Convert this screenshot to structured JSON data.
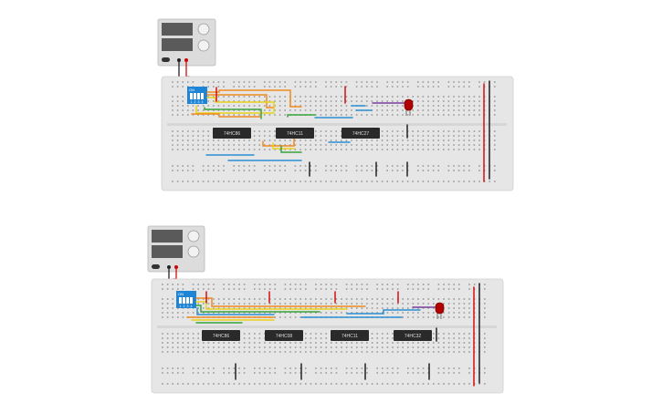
{
  "circuits": [
    {
      "id": "top",
      "chips": [
        "74HC86",
        "74HC11",
        "74HC27"
      ],
      "dip_switch": {
        "on_label": "ON",
        "positions": [
          "1",
          "2",
          "3",
          "4"
        ]
      },
      "led_color": "#b00000"
    },
    {
      "id": "bottom",
      "chips": [
        "74HC86",
        "74HC08",
        "74HC11",
        "74HC32"
      ],
      "dip_switch": {
        "on_label": "ON",
        "positions": [
          "1",
          "2",
          "3",
          "4"
        ]
      },
      "led_color": "#b00000"
    }
  ],
  "colors": {
    "breadboard": "#e6e6e6",
    "supply": "#dcdcdc",
    "wire_red": "#d01010",
    "wire_black": "#222222",
    "wire_orange": "#f08a1c",
    "wire_yellow": "#e8d21a",
    "wire_green": "#3aa33a",
    "wire_blue": "#2a8fd4",
    "wire_purple": "#7a3f9e",
    "dip_switch": "#1d84d6",
    "chip": "#2a2a2a"
  }
}
